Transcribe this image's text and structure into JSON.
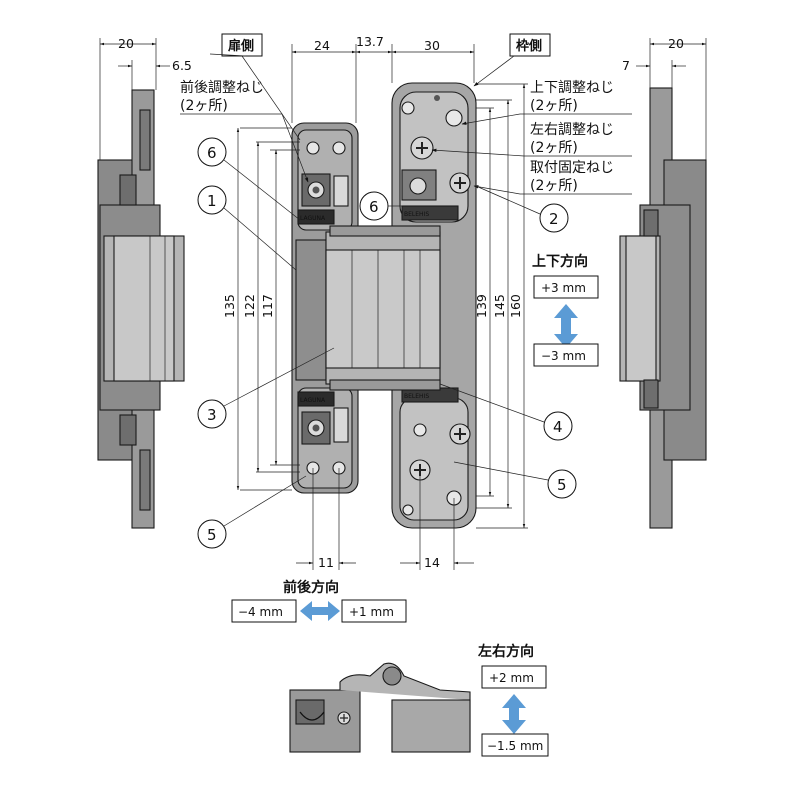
{
  "colors": {
    "metal_dark": "#7f7f7f",
    "metal_mid": "#a6a6a6",
    "metal_light": "#d0d0d0",
    "outline": "#1a1a1a",
    "arrow_blue": "#5b9bd5"
  },
  "dimensions": {
    "left_plate_width": "20",
    "left_plate_offset": "6.5",
    "door_leaf_width": "24",
    "center_gap": "13.7",
    "frame_leaf_width": "30",
    "right_plate_width": "20",
    "right_plate_offset": "7",
    "height_135": "135",
    "height_122": "122",
    "height_117": "117",
    "height_139": "139",
    "height_145": "145",
    "height_160": "160",
    "bottom_11": "11",
    "bottom_14": "14"
  },
  "labels": {
    "door_side": "扉側",
    "frame_side": "枠側",
    "front_back_screw": "前後調整ねじ",
    "front_back_screw_count": "(2ヶ所)",
    "up_down_screw": "上下調整ねじ",
    "up_down_screw_count": "(2ヶ所)",
    "left_right_screw": "左右調整ねじ",
    "left_right_screw_count": "(2ヶ所)",
    "fixing_screw": "取付固定ねじ",
    "fixing_screw_count": "(2ヶ所)"
  },
  "callouts": [
    "1",
    "2",
    "3",
    "4",
    "5",
    "6"
  ],
  "adjustments": {
    "vertical": {
      "title": "上下方向",
      "plus": "+3 mm",
      "minus": "−3 mm"
    },
    "front_back": {
      "title": "前後方向",
      "minus": "−4 mm",
      "plus": "+1 mm"
    },
    "left_right": {
      "title": "左右方向",
      "plus": "+2 mm",
      "minus": "−1.5 mm"
    }
  },
  "stamps": {
    "top_left": "LAGUNA",
    "top_right": "BELEHIS",
    "bottom_left": "LAGUNA",
    "bottom_right": "BELEHIS"
  }
}
